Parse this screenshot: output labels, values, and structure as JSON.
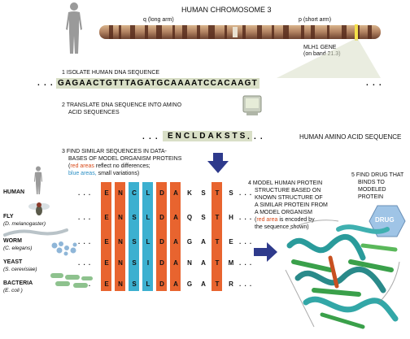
{
  "chromosome": {
    "title": "HUMAN CHROMOSOME 3",
    "q_arm": "q (long arm)",
    "p_arm": "p (short arm)",
    "gene_label": "MLH1 GENE",
    "gene_band": "(on band 21.3)"
  },
  "steps": {
    "s1": "1  ISOLATE HUMAN DNA SEQUENCE",
    "s2_line1": "2  TRANSLATE DNA SEQUENCE INTO AMINO",
    "s2_line2": "ACID SEQUENCES",
    "s3_line1": "3  FIND SIMILAR SEQUENCES IN DATA-",
    "s3_line2": "BASES OF MODEL ORGANISM PROTEINS",
    "s3_note_red": "red  areas",
    "s3_note_rest1": " reflect no differences;",
    "s3_note_blue": "blue areas,",
    "s3_note_rest2": " small variations)",
    "s4_line1": "4  MODEL HUMAN PROTEIN",
    "s4_line2": "STRUCTURE BASED ON",
    "s4_line3": "KNOWN STRUCTURE OF",
    "s4_line4": "A SIMILAR PROTEIN FROM",
    "s4_line5": "A MODEL ORGANISM",
    "s4_note_red": "red area",
    "s4_note_rest1": " is encoded by",
    "s4_note_rest2": "the sequence shown)",
    "s5_line1": "5  FIND DRUG THAT",
    "s5_line2": "BINDS TO",
    "s5_line3": "MODELED",
    "s5_line4": "PROTEIN"
  },
  "dna_sequence": "GAGAACTGTTTAGATGCAAAATCCACAAGT",
  "dna_dots_left": ". . .",
  "dna_dots_right": ". . .",
  "aa_sequence": "ENCLDAKSTS",
  "aa_dots_left": ". . .",
  "aa_dots_right": ". . .",
  "aa_label": "HUMAN AMINO ACID SEQUENCE",
  "drug_label": "DRUG",
  "alignment": {
    "dots": ". . .",
    "rows": [
      {
        "name": "HUMAN",
        "sci": "",
        "letters": [
          "E",
          "N",
          "C",
          "L",
          "D",
          "A",
          "K",
          "S",
          "T",
          "S"
        ]
      },
      {
        "name": "FLY",
        "sci": "(D. melanogaster)",
        "letters": [
          "E",
          "N",
          "S",
          "L",
          "D",
          "A",
          "Q",
          "S",
          "T",
          "H"
        ]
      },
      {
        "name": "WORM",
        "sci": "(C. elegans)",
        "letters": [
          "E",
          "N",
          "S",
          "L",
          "D",
          "A",
          "G",
          "A",
          "T",
          "E"
        ]
      },
      {
        "name": "YEAST",
        "sci": "(S. cerevisiae)",
        "letters": [
          "E",
          "N",
          "S",
          "I",
          "D",
          "A",
          "N",
          "A",
          "T",
          "M"
        ]
      },
      {
        "name": "BACTERIA",
        "sci": "(E. coli )",
        "letters": [
          "E",
          "N",
          "S",
          "L",
          "D",
          "A",
          "G",
          "A",
          "T",
          "R"
        ]
      }
    ],
    "column_colors": [
      "red",
      "red",
      "blue",
      "blue",
      "red",
      "red",
      "none",
      "none",
      "red",
      "none"
    ]
  },
  "colors": {
    "red_column": "#e8642f",
    "blue_column": "#3cb0d0",
    "arrow": "#2e3a8c",
    "sequence_band": "#d9dfc7",
    "drug_hexagon": "#9fc4e6"
  }
}
